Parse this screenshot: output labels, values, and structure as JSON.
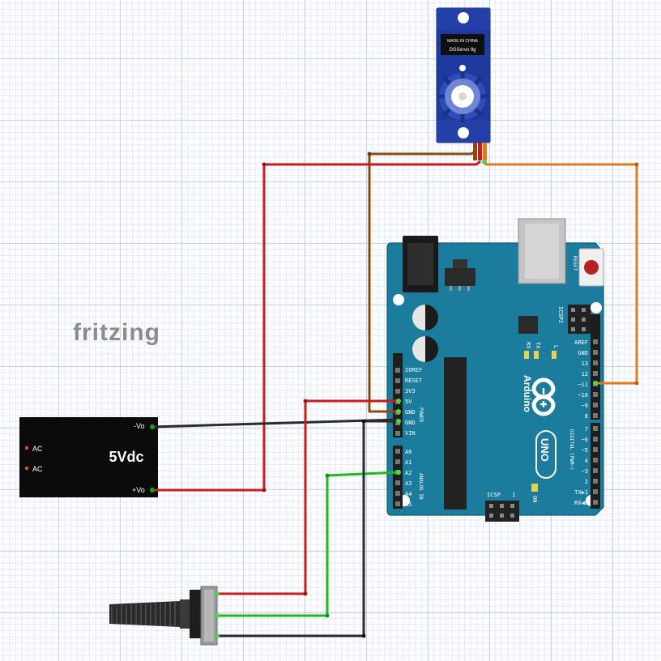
{
  "watermark": "fritzing",
  "servo": {
    "label_model": "DGServo 9g",
    "label_made": "MADE IN CHINA"
  },
  "power_supply": {
    "title": "5Vdc",
    "ac1": "AC",
    "ac2": "AC",
    "neg": "-Vo",
    "pos": "+Vo"
  },
  "arduino": {
    "brand": "Arduino",
    "model": "UNO",
    "reset": "RESET",
    "icsp2": "ICSP2",
    "icsp": "ICSP",
    "icsp_1": "1",
    "on": "ON",
    "tx": "TX",
    "rx": "RX",
    "l": "L",
    "power_group": "POWER",
    "analog_group": "ANALOG IN",
    "digital_group": "DIGITAL (PWM~)",
    "power_pins": [
      "IOREF",
      "RESET",
      "3V3",
      "5V",
      "GND",
      "GND",
      "VIN"
    ],
    "analog_pins": [
      "A0",
      "A1",
      "A2",
      "A3",
      "A4",
      "A5"
    ],
    "digital_top": [
      "AREF",
      "GND",
      "13",
      "12",
      "~11",
      "~10",
      "~9",
      "8"
    ],
    "digital_bottom": [
      "7",
      "~6",
      "~5",
      "4",
      "~3",
      "2",
      "TX▶1",
      "RX◀0"
    ]
  },
  "colors": {
    "board": "#1b7c9e",
    "wire_red": "#cc1b1b",
    "wire_black": "#2b2b2b",
    "wire_brown": "#8a4a12",
    "wire_orange": "#e27a1c",
    "wire_green": "#22b822",
    "servo_blue": "#1f3a9e"
  }
}
